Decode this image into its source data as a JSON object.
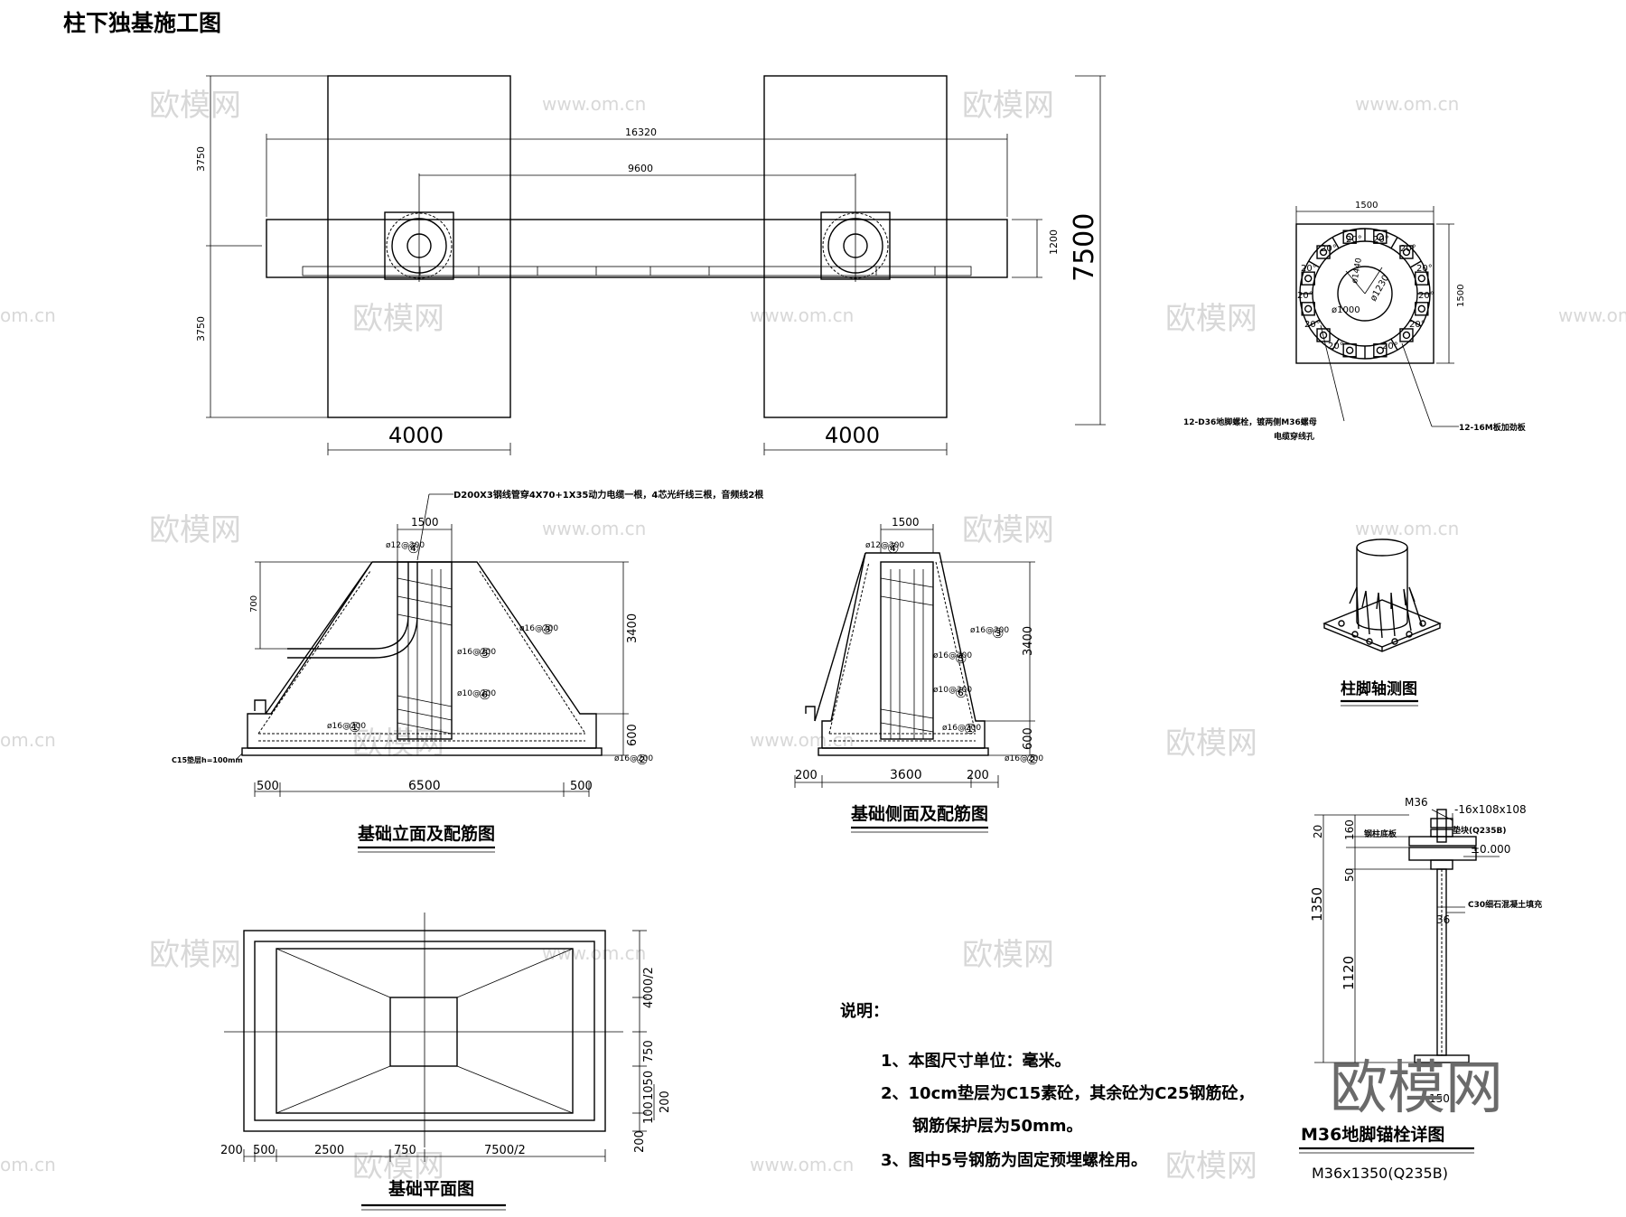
{
  "title": "柱下独基施工图",
  "plan": {
    "left_height_top": "3750",
    "left_height_bottom": "3750",
    "span_outer": "16320",
    "span_inner": "9600",
    "beam_height": "1200",
    "total_height": "7500",
    "width_left": "4000",
    "width_right": "4000"
  },
  "bolt_plan": {
    "width": "1500",
    "height": "1500",
    "inner_d1": "ø1000",
    "inner_d2": "ø1230",
    "outer_d": "ø1440",
    "angle": "20°",
    "label_bolt": "12-D36地脚螺栓，镀两侧M36螺母",
    "label_cable": "电缆穿线孔",
    "label_plate": "12-16M板加劲板"
  },
  "elevation": {
    "note": "D200X3钢线管穿4X70+1X35动力电缆一根，4芯光纤线三根，音频线2根",
    "top_width": "1500",
    "h700": "700",
    "h3400": "3400",
    "h600": "600",
    "bars": {
      "b1": "ø16@200",
      "b2": "ø16@200",
      "b3": "ø16@200",
      "b4": "ø12@200",
      "b5": "ø16@200",
      "b6": "ø10@200"
    },
    "nums": {
      "n1": "①",
      "n2": "②",
      "n3": "③",
      "n4": "④",
      "n5": "⑤",
      "n6": "⑥"
    },
    "pad_label": "C15垫层h=100mm",
    "dim_left": "500",
    "dim_mid": "6500",
    "dim_right": "500",
    "caption": "基础立面及配筋图"
  },
  "side": {
    "top_width": "1500",
    "h3400": "3400",
    "h600": "600",
    "dim_left": "200",
    "dim_mid": "3600",
    "dim_right": "200",
    "caption": "基础侧面及配筋图"
  },
  "iso": {
    "caption": "柱脚轴测图"
  },
  "foundation_plan": {
    "v1": "4000/2",
    "v2": "750",
    "v3": "1050",
    "v4": "100",
    "v5": "200",
    "v6": "200",
    "h1": "200",
    "h2": "500",
    "h3": "2500",
    "h4": "750",
    "h5": "7500/2",
    "caption": "基础平面图"
  },
  "notes": {
    "heading": "说明：",
    "n1": "1、本图尺寸单位：毫米。",
    "n2": "2、10cm垫层为C15素砼，其余砼为C25钢筋砼，",
    "n2b": "钢筋保护层为50mm。",
    "n3": "3、图中5号钢筋为固定预埋螺栓用。"
  },
  "anchor": {
    "m36": "M36",
    "plate": "-16x108x108",
    "washer": "垫块(Q235B)",
    "base": "钢柱底板",
    "level": "±0.000",
    "grout": "C30细石混凝土填充",
    "d20": "20",
    "d160": "160",
    "d50": "50",
    "d1350": "1350",
    "d1120": "1120",
    "d36": "36",
    "d150": "150",
    "caption": "M36地脚锚栓详图",
    "spec": "M36x1350(Q235B)"
  },
  "watermarks": {
    "brand": "欧模网",
    "site": "www.om.cn",
    "site_cut": "om.cn"
  }
}
